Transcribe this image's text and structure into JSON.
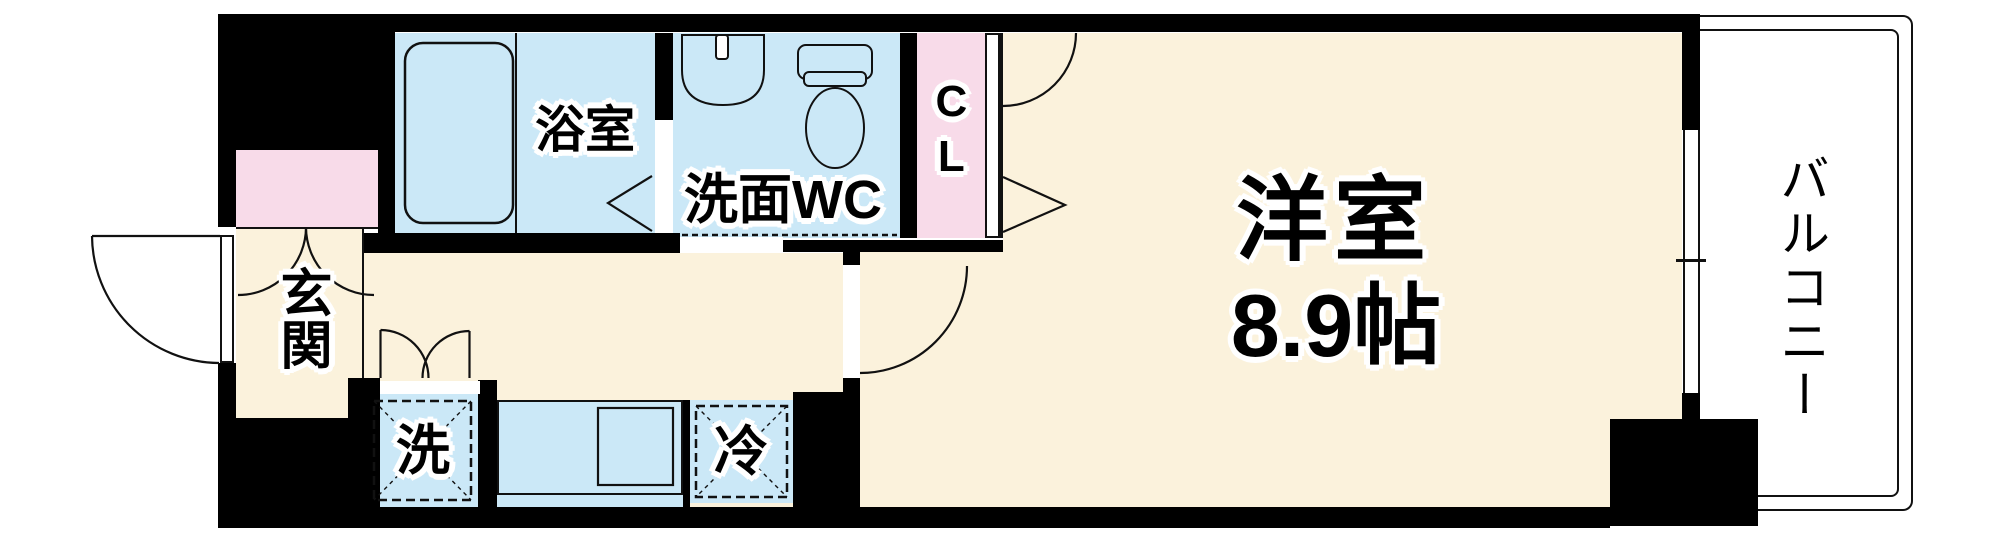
{
  "floorplan": {
    "labels": {
      "main_room": "洋室",
      "main_room_size": "8.9帖",
      "balcony": "バルコニー",
      "entrance": "玄関",
      "bathroom": "浴室",
      "washroom_wc": "洗面WC",
      "closet": "CL",
      "washing_machine": "洗",
      "refrigerator": "冷"
    },
    "colors": {
      "wall": "#000000",
      "floor": "#FBF2DC",
      "wet": "#CBE8F7",
      "pink": "#F8DBE9",
      "line": "#111111",
      "bg": "#FFFFFF"
    }
  }
}
